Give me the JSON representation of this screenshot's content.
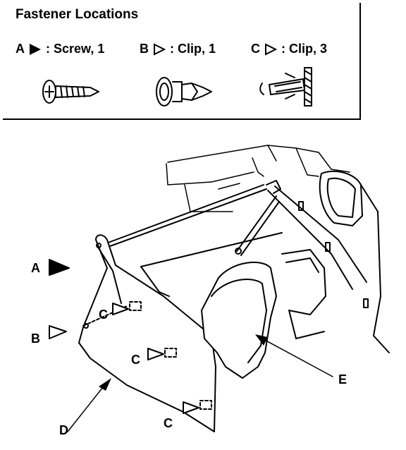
{
  "title": "Fastener Locations",
  "fasteners": [
    {
      "letter": "A",
      "text": ": Screw, 1",
      "icon": "filled-triangle-icon"
    },
    {
      "letter": "B",
      "text": ": Clip, 1",
      "icon": "hollow-triangle-icon"
    },
    {
      "letter": "C",
      "text": ": Clip, 3",
      "icon": "hollow-triangle-icon"
    }
  ],
  "callouts": {
    "a": "A",
    "b": "B",
    "c1": "C",
    "c2": "C",
    "c3": "C",
    "d": "D",
    "e": "E"
  }
}
